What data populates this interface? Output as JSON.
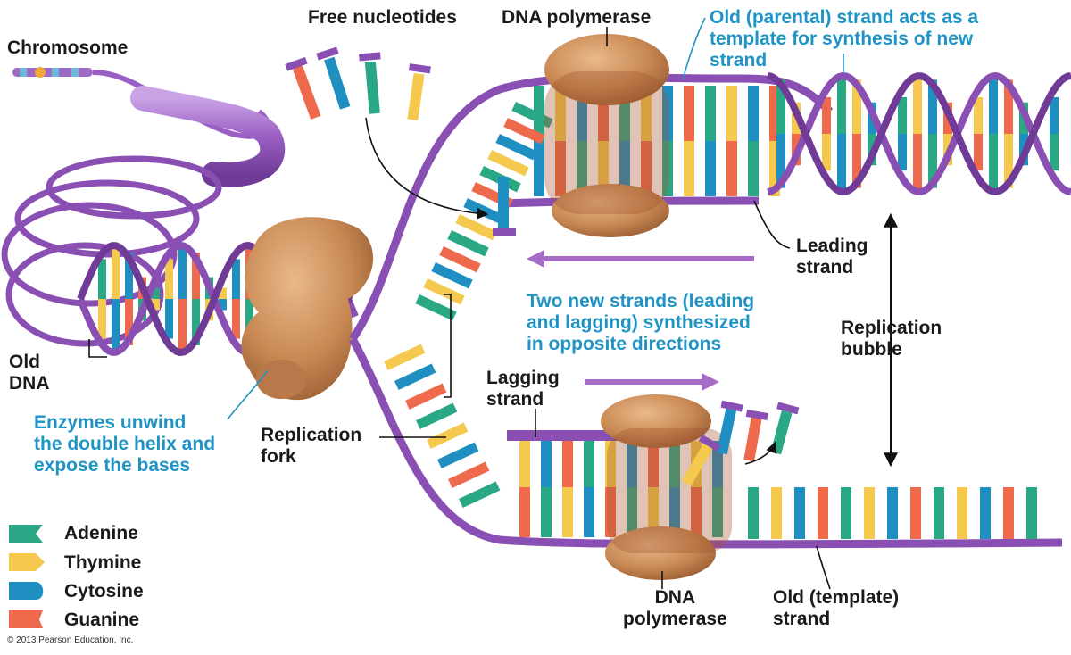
{
  "labels": {
    "chromosome": "Chromosome",
    "free_nucleotides": "Free nucleotides",
    "dna_polymerase_top": "DNA polymerase",
    "old_parental": "Old (parental) strand acts as a\ntemplate for synthesis of new\nstrand",
    "leading_strand": "Leading\nstrand",
    "two_new_strands": "Two new strands (leading\nand lagging) synthesized\nin opposite directions",
    "replication_bubble": "Replication\nbubble",
    "old_dna": "Old\nDNA",
    "enzymes_unwind": "Enzymes unwind\nthe double helix and\nexpose the bases",
    "replication_fork": "Replication\nfork",
    "lagging_strand": "Lagging\nstrand",
    "dna_polymerase_bottom": "DNA\npolymerase",
    "old_template": "Old (template)\nstrand"
  },
  "legend": [
    {
      "name": "Adenine",
      "color": "#2aa886"
    },
    {
      "name": "Thymine",
      "color": "#f5c94e"
    },
    {
      "name": "Cytosine",
      "color": "#1e8fc0"
    },
    {
      "name": "Guanine",
      "color": "#ef6a4c"
    }
  ],
  "copyright": "© 2013 Pearson Education, Inc.",
  "colors": {
    "backbone": "#8a4fb3",
    "backbone_light": "#b98ad8",
    "enzyme": "#c98a55",
    "enzyme_dark": "#a36638",
    "accent_text": "#1f94c4"
  }
}
